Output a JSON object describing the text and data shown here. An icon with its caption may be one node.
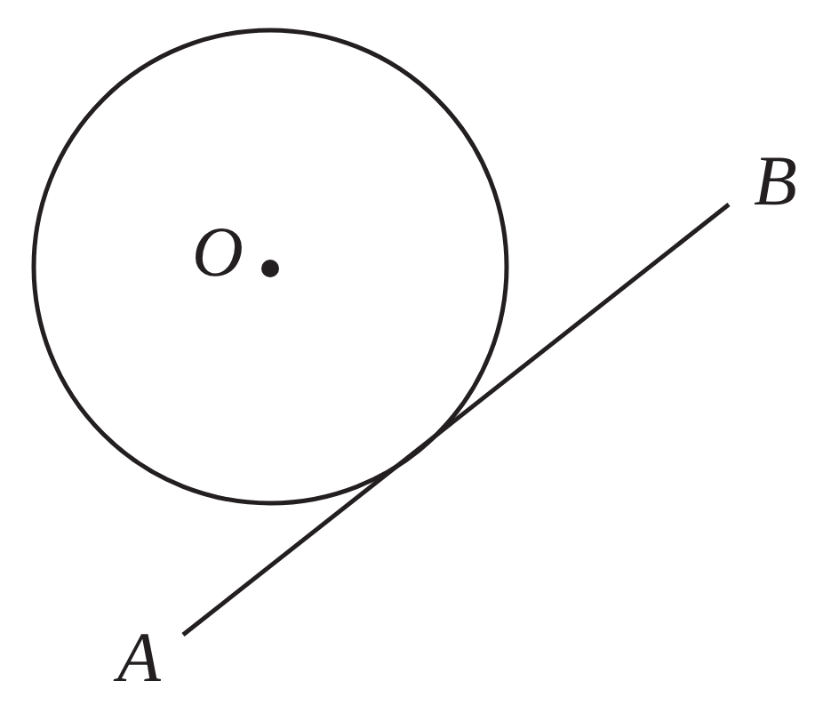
{
  "diagram": {
    "labels": [
      "O",
      "A",
      "B"
    ]
  }
}
